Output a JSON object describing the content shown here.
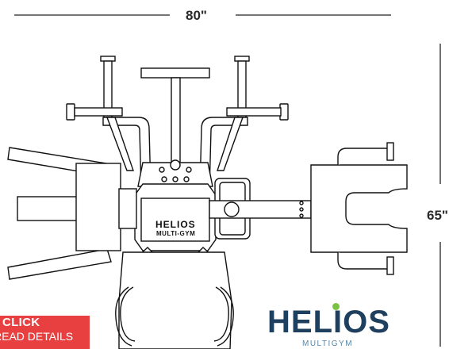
{
  "dimensions": {
    "width": "80\"",
    "height": "65\""
  },
  "cta": {
    "line1": "CLICK",
    "line2": "READ DETAILS"
  },
  "machine_plate": {
    "brand": "HELIOS",
    "model": "MULTI-GYM"
  },
  "logo": {
    "brand": "HELIOS",
    "sub": "MULTIGYM",
    "brand_color": "#1f3f5e",
    "accent_color": "#7cc242"
  },
  "colors": {
    "cta_bg": "#e84040",
    "line": "#111111"
  }
}
